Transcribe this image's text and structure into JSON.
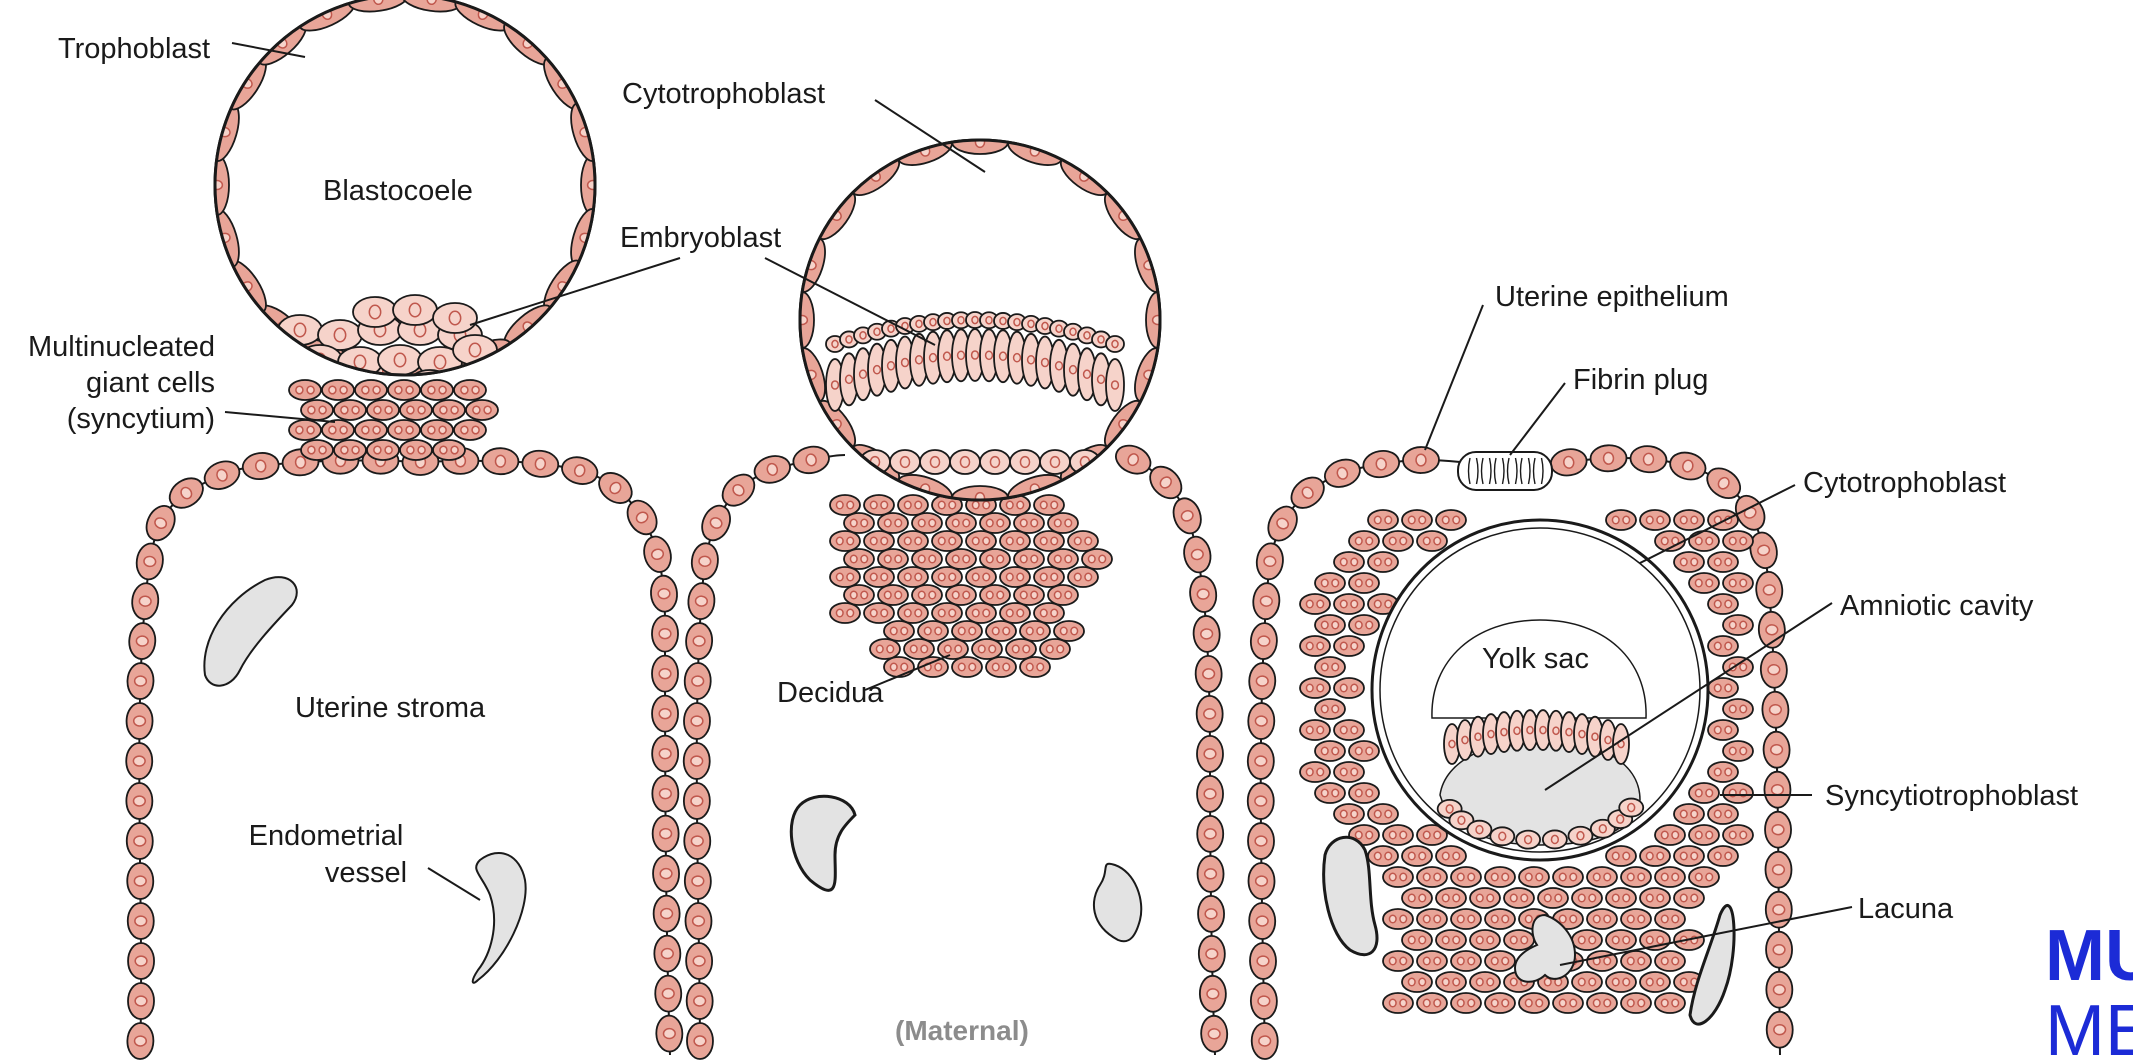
{
  "diagram": {
    "labels": {
      "trophoblast": "Trophoblast",
      "blastocoele": "Blastocoele",
      "multinucleated": [
        "Multinucleated",
        "giant cells",
        "(syncytium)"
      ],
      "uterine_stroma": "Uterine stroma",
      "endometrial_vessel": [
        "Endometrial",
        "vessel"
      ],
      "cytotrophoblast_1": "Cytotrophoblast",
      "embryoblast": "Embryoblast",
      "decidua": "Decidua",
      "maternal": "(Maternal)",
      "uterine_epithelium": "Uterine epithelium",
      "fibrin_plug": "Fibrin plug",
      "cytotrophoblast_2": "Cytotrophoblast",
      "amniotic_cavity": "Amniotic cavity",
      "yolk_sac": "Yolk sac",
      "syncytiotrophoblast": "Syncytiotrophoblast",
      "lacuna": "Lacuna"
    },
    "logo": [
      "MU",
      "ME"
    ],
    "colors": {
      "cell_fill": "#e8a598",
      "cell_light": "#f6d3ca",
      "nucleus": "#c0584d",
      "outline": "#1a1a1a",
      "cavity": "#e3e3e3",
      "logo": "#1c2bd6"
    }
  }
}
